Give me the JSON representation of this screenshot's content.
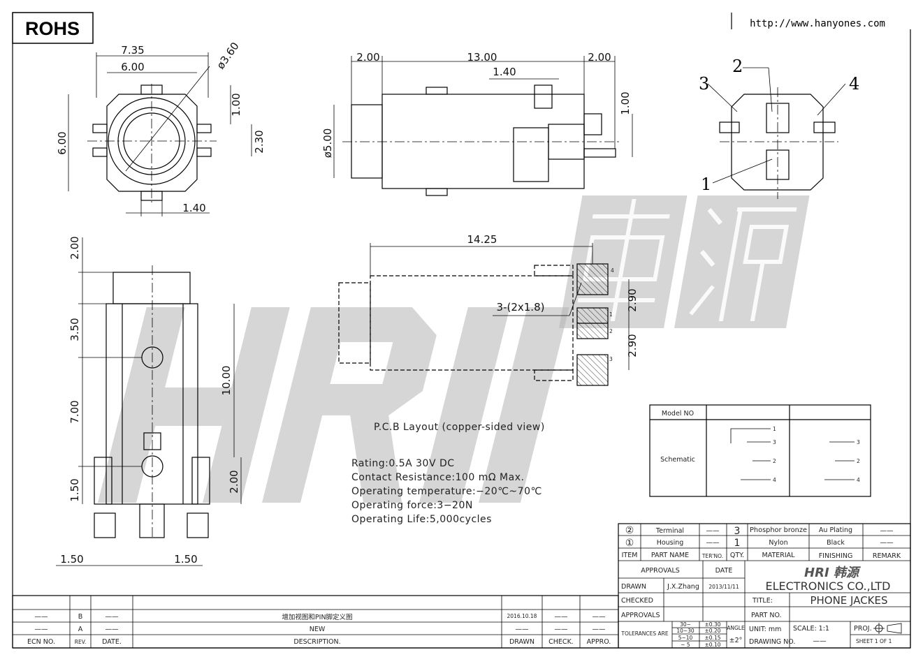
{
  "header": {
    "rohs": "ROHS",
    "url": "http://www.hanyones.com"
  },
  "watermark": {
    "latin": "HRI",
    "cjk": "韩源"
  },
  "front_view": {
    "w1": "7.35",
    "w2": "6.00",
    "dia": "ø3.60",
    "tab": "1.00",
    "pitch": "2.30",
    "height": "6.00",
    "tab_w": "1.40"
  },
  "side_view": {
    "left": "2.00",
    "body": "13.00",
    "right": "2.00",
    "pin": "1.40",
    "dia": "ø5.00",
    "pin_h": "1.00"
  },
  "end_view": {
    "pins": [
      "1",
      "2",
      "3",
      "4"
    ]
  },
  "bottom_view": {
    "d1": "2.00",
    "d2": "3.50",
    "d3": "7.00",
    "d4": "1.50",
    "d5": "10.00",
    "d6": "2.00",
    "d7": "1.50",
    "d8": "1.50"
  },
  "pcb": {
    "length": "14.25",
    "pads": "3-(2x1.8)",
    "pitch1": "2.90",
    "pitch2": "2.90",
    "pin_labels": [
      "4",
      "1",
      "2",
      "3"
    ],
    "caption": "P.C.B Layout (copper-sided view)"
  },
  "ratings": [
    "Rating:0.5A 30V DC",
    "Contact Resistance:100 mΩ Max.",
    "Operating temperature:−20℃~70℃",
    "Operating force:3−20N",
    "Operating Life:5,000cycles"
  ],
  "model_table": {
    "model_label": "Model NO",
    "schematic_label": "Schematic",
    "pins_a": [
      "1",
      "3",
      "2",
      "4"
    ],
    "pins_b": [
      "3",
      "2",
      "4"
    ]
  },
  "bom": {
    "rows": [
      {
        "item": "②",
        "name": "Terminal",
        "ter": "——",
        "qty": "3",
        "material": "Phosphor bronze",
        "finish": "Au Plating",
        "remark": "——"
      },
      {
        "item": "①",
        "name": "Housing",
        "ter": "——",
        "qty": "1",
        "material": "Nylon",
        "finish": "Black",
        "remark": "——"
      }
    ],
    "headers": {
      "item": "ITEM",
      "name": "PART NAME",
      "ter": "TER'NO.",
      "qty": "QTY.",
      "material": "MATERIAL",
      "finish": "FINISHING",
      "remark": "REMARK"
    }
  },
  "title_block": {
    "approvals": "APPROVALS",
    "date": "DATE",
    "drawn": "DRAWN",
    "drawn_by": "J.X.Zhang",
    "drawn_date": "2013/11/11",
    "checked": "CHECKED",
    "approvals2": "APPROVALS",
    "company_logo": "HRI 韩源",
    "company": "ELECTRONICS CO.,LTD",
    "title_label": "TITLE:",
    "title": "PHONE JACKES",
    "part_no": "PART NO.",
    "tolerances": "TOLERANCES ARE",
    "tol_ranges": [
      "30~",
      "10~30",
      "5~10",
      "~ 5"
    ],
    "tol_values": [
      "±0.30",
      "±0.20",
      "±0.15",
      "±0.10"
    ],
    "angle": "ANGLE",
    "angle_tol": "±2°",
    "unit": "UNIT: mm",
    "scale": "SCALE:  1:1",
    "proj": "PROJ.",
    "drawing_no": "DRAWING NO.",
    "drawing_no_value": "——",
    "sheet": "SHEET  1 OF 1"
  },
  "revisions": {
    "rows": [
      {
        "ecn": "——",
        "rev": "B",
        "date": "——",
        "desc": "增加视图和PIN脚定义图",
        "drawn": "2016.10.18",
        "check": "——",
        "appro": "——"
      },
      {
        "ecn": "——",
        "rev": "A",
        "date": "——",
        "desc": "NEW",
        "drawn": "——",
        "check": "——",
        "appro": "——"
      }
    ],
    "headers": {
      "ecn": "ECN NO.",
      "rev": "REV.",
      "date": "DATE.",
      "desc": "DESCRIPTION.",
      "drawn": "DRAWN",
      "check": "CHECK.",
      "appro": "APPRO."
    }
  }
}
